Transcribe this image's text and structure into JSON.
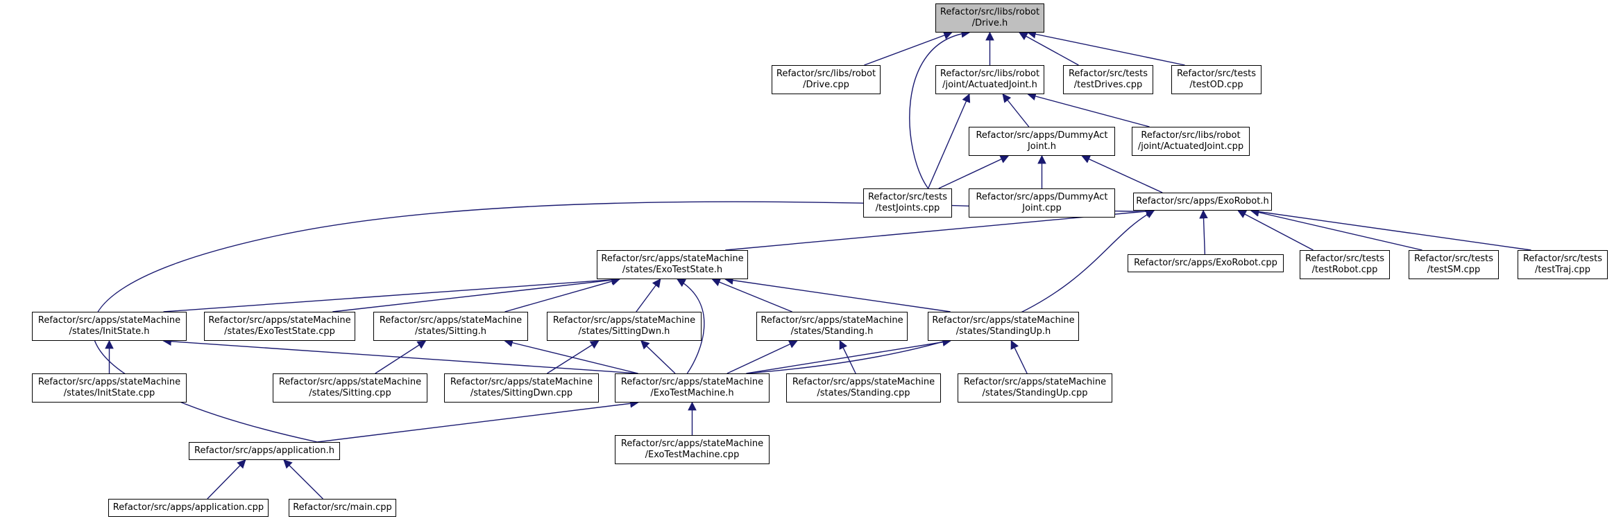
{
  "colors": {
    "edge": "#191970",
    "focus_fill": "#bfbfbf",
    "node_border": "#000000"
  },
  "nodes": {
    "drive_h": {
      "lines": [
        "Refactor/src/libs/robot",
        "/Drive.h"
      ],
      "focus": true
    },
    "drive_cpp": {
      "lines": [
        "Refactor/src/libs/robot",
        "/Drive.cpp"
      ]
    },
    "actuatedjoint_h": {
      "lines": [
        "Refactor/src/libs/robot",
        "/joint/ActuatedJoint.h"
      ]
    },
    "testdrives": {
      "lines": [
        "Refactor/src/tests",
        "/testDrives.cpp"
      ]
    },
    "testod": {
      "lines": [
        "Refactor/src/tests",
        "/testOD.cpp"
      ]
    },
    "dummyact_h": {
      "lines": [
        "Refactor/src/apps/DummyAct",
        "Joint.h"
      ]
    },
    "actuatedjoint_cpp": {
      "lines": [
        "Refactor/src/libs/robot",
        "/joint/ActuatedJoint.cpp"
      ]
    },
    "testjoints": {
      "lines": [
        "Refactor/src/tests",
        "/testJoints.cpp"
      ]
    },
    "dummyact_cpp": {
      "lines": [
        "Refactor/src/apps/DummyAct",
        "Joint.cpp"
      ]
    },
    "exorobot_h": {
      "lines": [
        "Refactor/src/apps/ExoRobot.h"
      ]
    },
    "exoteststate_h": {
      "lines": [
        "Refactor/src/apps/stateMachine",
        "/states/ExoTestState.h"
      ]
    },
    "exorobot_cpp": {
      "lines": [
        "Refactor/src/apps/ExoRobot.cpp"
      ]
    },
    "testrobot": {
      "lines": [
        "Refactor/src/tests",
        "/testRobot.cpp"
      ]
    },
    "testsm": {
      "lines": [
        "Refactor/src/tests",
        "/testSM.cpp"
      ]
    },
    "testtraj": {
      "lines": [
        "Refactor/src/tests",
        "/testTraj.cpp"
      ]
    },
    "initstate_h": {
      "lines": [
        "Refactor/src/apps/stateMachine",
        "/states/InitState.h"
      ]
    },
    "exoteststate_cpp": {
      "lines": [
        "Refactor/src/apps/stateMachine",
        "/states/ExoTestState.cpp"
      ]
    },
    "sitting_h": {
      "lines": [
        "Refactor/src/apps/stateMachine",
        "/states/Sitting.h"
      ]
    },
    "sittingdwn_h": {
      "lines": [
        "Refactor/src/apps/stateMachine",
        "/states/SittingDwn.h"
      ]
    },
    "standing_h": {
      "lines": [
        "Refactor/src/apps/stateMachine",
        "/states/Standing.h"
      ]
    },
    "standingup_h": {
      "lines": [
        "Refactor/src/apps/stateMachine",
        "/states/StandingUp.h"
      ]
    },
    "initstate_cpp": {
      "lines": [
        "Refactor/src/apps/stateMachine",
        "/states/InitState.cpp"
      ]
    },
    "sitting_cpp": {
      "lines": [
        "Refactor/src/apps/stateMachine",
        "/states/Sitting.cpp"
      ]
    },
    "sittingdwn_cpp": {
      "lines": [
        "Refactor/src/apps/stateMachine",
        "/states/SittingDwn.cpp"
      ]
    },
    "exotestmachine_h": {
      "lines": [
        "Refactor/src/apps/stateMachine",
        "/ExoTestMachine.h"
      ]
    },
    "standing_cpp": {
      "lines": [
        "Refactor/src/apps/stateMachine",
        "/states/Standing.cpp"
      ]
    },
    "standingup_cpp": {
      "lines": [
        "Refactor/src/apps/stateMachine",
        "/states/StandingUp.cpp"
      ]
    },
    "application_h": {
      "lines": [
        "Refactor/src/apps/application.h"
      ]
    },
    "exotestmachine_cpp": {
      "lines": [
        "Refactor/src/apps/stateMachine",
        "/ExoTestMachine.cpp"
      ]
    },
    "application_cpp": {
      "lines": [
        "Refactor/src/apps/application.cpp"
      ]
    },
    "main_cpp": {
      "lines": [
        "Refactor/src/main.cpp"
      ]
    }
  },
  "edges": [
    [
      "drive_h",
      "drive_cpp"
    ],
    [
      "drive_h",
      "actuatedjoint_h"
    ],
    [
      "drive_h",
      "testdrives"
    ],
    [
      "drive_h",
      "testod"
    ],
    [
      "drive_h",
      "testjoints"
    ],
    [
      "actuatedjoint_h",
      "dummyact_h"
    ],
    [
      "actuatedjoint_h",
      "actuatedjoint_cpp"
    ],
    [
      "actuatedjoint_h",
      "testjoints"
    ],
    [
      "dummyact_h",
      "testjoints"
    ],
    [
      "dummyact_h",
      "dummyact_cpp"
    ],
    [
      "dummyact_h",
      "exorobot_h"
    ],
    [
      "exorobot_h",
      "exoteststate_h"
    ],
    [
      "exorobot_h",
      "exorobot_cpp"
    ],
    [
      "exorobot_h",
      "testrobot"
    ],
    [
      "exorobot_h",
      "testsm"
    ],
    [
      "exorobot_h",
      "testtraj"
    ],
    [
      "exorobot_h",
      "application_h"
    ],
    [
      "exorobot_h",
      "exotestmachine_h"
    ],
    [
      "exoteststate_h",
      "initstate_h"
    ],
    [
      "exoteststate_h",
      "exoteststate_cpp"
    ],
    [
      "exoteststate_h",
      "sitting_h"
    ],
    [
      "exoteststate_h",
      "sittingdwn_h"
    ],
    [
      "exoteststate_h",
      "standing_h"
    ],
    [
      "exoteststate_h",
      "standingup_h"
    ],
    [
      "exoteststate_h",
      "exotestmachine_h"
    ],
    [
      "initstate_h",
      "initstate_cpp"
    ],
    [
      "initstate_h",
      "exotestmachine_h"
    ],
    [
      "sitting_h",
      "sitting_cpp"
    ],
    [
      "sitting_h",
      "exotestmachine_h"
    ],
    [
      "sittingdwn_h",
      "sittingdwn_cpp"
    ],
    [
      "sittingdwn_h",
      "exotestmachine_h"
    ],
    [
      "standing_h",
      "standing_cpp"
    ],
    [
      "standing_h",
      "exotestmachine_h"
    ],
    [
      "standingup_h",
      "standingup_cpp"
    ],
    [
      "standingup_h",
      "exotestmachine_h"
    ],
    [
      "exotestmachine_h",
      "exotestmachine_cpp"
    ],
    [
      "exotestmachine_h",
      "application_h"
    ],
    [
      "application_h",
      "application_cpp"
    ],
    [
      "application_h",
      "main_cpp"
    ]
  ]
}
